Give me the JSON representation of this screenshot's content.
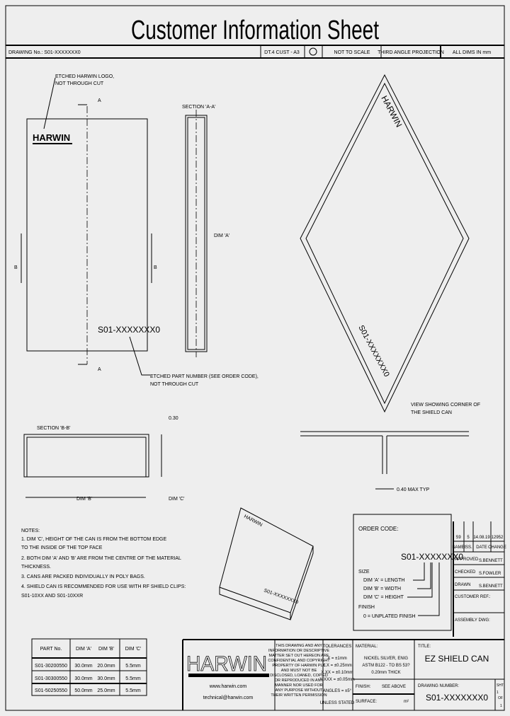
{
  "sheet": {
    "title": "Customer Information Sheet",
    "header_bar": {
      "drawing_no": "DRAWING No.: S01-XXXXXXX0",
      "format": "DT.4 CUST - A3",
      "scale": "NOT TO SCALE",
      "projection": "THIRD ANGLE PROJECTION",
      "units": "ALL DIMS IN mm"
    }
  },
  "drawing": {
    "logo_note": [
      "ETCHED HARWIN LOGO,",
      "NOT THROUGH CUT"
    ],
    "etched_logo": "HARWIN",
    "section_a_label": "SECTION 'A-A'",
    "section_b_label": "SECTION 'B-B'",
    "section_mark_a": "A",
    "section_mark_b": "B",
    "dim_a": "DIM 'A'",
    "dim_b": "DIM 'B'",
    "dim_c": "DIM 'C'",
    "part_marking": "S01-XXXXXXX0",
    "part_note": [
      "ETCHED PART NUMBER (SEE ORDER CODE),",
      "NOT THROUGH CUT"
    ],
    "thickness": "0.30",
    "corner_note": [
      "VIEW SHOWING CORNER OF",
      "THE SHIELD CAN"
    ],
    "gap_note": "0.40 MAX TYP"
  },
  "notes": {
    "heading": "NOTES:",
    "lines": [
      "1. DIM 'C', HEIGHT OF THE CAN IS FROM THE BOTTOM EDGE",
      "    TO THE INSIDE OF THE TOP FACE",
      "2. BOTH DIM 'A' AND 'B' ARE FROM THE CENTRE OF THE MATERIAL",
      "    THICKNESS.",
      "3. CANS ARE PACKED INDIVIDUALLY IN POLY BAGS.",
      "4. SHIELD CAN IS RECOMMENDED FOR USE WITH RF SHIELD CLIPS:",
      "    S01-10XX AND S01-10XXR"
    ]
  },
  "parts_table": {
    "headers": [
      "PART No.",
      "DIM 'A'",
      "DIM 'B'",
      "DIM 'C'"
    ],
    "rows": [
      [
        "S01-30200550",
        "30.0mm",
        "20.0mm",
        "5.5mm"
      ],
      [
        "S01-30300550",
        "30.0mm",
        "30.0mm",
        "5.5mm"
      ],
      [
        "S01-50250550",
        "50.0mm",
        "25.0mm",
        "5.5mm"
      ]
    ]
  },
  "order_code": {
    "heading": "ORDER CODE:",
    "code": "S01-XXXXXXX0",
    "size": "SIZE",
    "dim_a": "DIM 'A' = LENGTH",
    "dim_b": "DIM 'B' = WIDTH",
    "dim_c": "DIM 'C' = HEIGHT",
    "finish": "FINISH",
    "finish_opt": "0 = UNPLATED FINISH"
  },
  "revision": {
    "values": [
      "S9",
      "5",
      "14.08.19",
      "12952"
    ],
    "headers": [
      "NAME",
      "ISS.",
      "DATE",
      "CHANGE"
    ],
    "approved_label": "APPROVED",
    "approved": "S.BENNETT",
    "checked_label": "CHECKED",
    "checked": "S.FOWLER",
    "drawn_label": "DRAWN",
    "drawn": "S.BENNETT",
    "customer_ref": "CUSTOMER REF.:",
    "assembly": "ASSEMBLY DWG:"
  },
  "title_block": {
    "logo": "HARWIN",
    "web": "www.harwin.com",
    "email": "technical@harwin.com",
    "copyright": [
      "THIS DRAWING AND ANY",
      "INFORMATION OR DESCRIPTIVE",
      "MATTER SET OUT HEREON ARE",
      "CONFIDENTIAL AND COPYRIGHT",
      "PROPERTY OF HARWIN PLC",
      "AND MUST NOT BE",
      "DISCLOSED, LOANED, COPIED",
      "OR REPRODUCED IN ANY",
      "MANNER NOR USED FOR",
      "ANY PURPOSE WITHOUT",
      "THEIR WRITTEN PERMISSION"
    ],
    "tolerances": [
      "TOLERANCES",
      "X = ±1mm",
      "X.X = ±0.25mm",
      "X.XX = ±0.10mm",
      "X.XXX = ±0.05mm",
      "ANGLES = ±5°",
      "UNLESS STATED"
    ],
    "material_label": "MATERIAL:",
    "material": [
      "NICKEL SILVER, ENIG",
      "ASTM B122 - TO BS 53?",
      "0.20mm THICK"
    ],
    "finish_label": "FINISH:",
    "finish": "SEE ABOVE",
    "surface_label": "SURFACE:",
    "surface_unit": "m²",
    "title_label": "TITLE:",
    "title": "EZ SHIELD CAN",
    "drawing_number_label": "DRAWING NUMBER:",
    "drawing_number": "S01-XXXXXXX0",
    "sheet_label": "SHT",
    "sheet": "1",
    "of": "OF",
    "sheets": "1"
  }
}
